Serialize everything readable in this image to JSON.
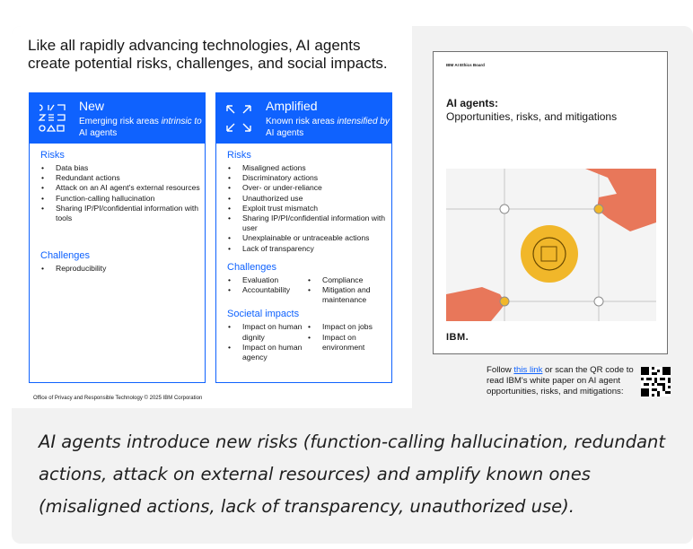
{
  "slide": {
    "headline": "Like all rapidly advancing technologies, AI agents create potential risks, challenges, and social impacts.",
    "new_col": {
      "title": "New",
      "desc_prefix": "Emerging risk areas ",
      "desc_em": "intrinsic to",
      "desc_suffix": " AI agents",
      "risks_title": "Risks",
      "risks": [
        "Data bias",
        "Redundant actions",
        "Attack on an AI agent's external resources",
        "Function-calling hallucination",
        "Sharing IP/PI/confidential information with tools"
      ],
      "challenges_title": "Challenges",
      "challenges": [
        "Reproducibility"
      ]
    },
    "amp_col": {
      "title": "Amplified",
      "desc_prefix": "Known risk areas ",
      "desc_em": "intensified by",
      "desc_suffix": " AI agents",
      "risks_title": "Risks",
      "risks": [
        "Misaligned actions",
        "Discriminatory actions",
        "Over- or under-reliance",
        "Unauthorized use",
        "Exploit trust mismatch",
        "Sharing IP/PI/confidential information with user",
        "Unexplainable or untraceable actions",
        "Lack of transparency"
      ],
      "challenges_title": "Challenges",
      "challenges_left": [
        "Evaluation",
        "Accountability"
      ],
      "challenges_right": [
        "Compliance",
        "Mitigation and maintenance"
      ],
      "societal_title": "Societal impacts",
      "societal_left": [
        "Impact on human dignity",
        "Impact on human agency"
      ],
      "societal_right": [
        "Impact on jobs",
        "Impact on environment"
      ]
    },
    "footer": "Office of Privacy and Responsible Technology © 2025 IBM Corporation"
  },
  "paper": {
    "board": "IBM AI Ethics Board",
    "title": "AI agents:",
    "subtitle": "Opportunities, risks, and mitigations",
    "logo": "IBM."
  },
  "follow": {
    "prefix": "Follow ",
    "link": "this link",
    "suffix": " or scan the QR code to read IBM's white paper on AI agent opportunities, risks, and mitigations:"
  },
  "caption": "AI agents introduce new risks (function-calling hallucination, redundant actions, attack on external resources) and amplify known ones (misaligned actions, lack of transparency, unauthorized use).",
  "colors": {
    "accent": "#0f62fe",
    "card_bg": "#f2f2f2",
    "paper_orange": "#e8775a",
    "paper_yellow": "#f1b72a"
  },
  "icons": [
    "new-risk-shapes-icon",
    "amplified-arrows-icon",
    "qr-code-icon"
  ]
}
